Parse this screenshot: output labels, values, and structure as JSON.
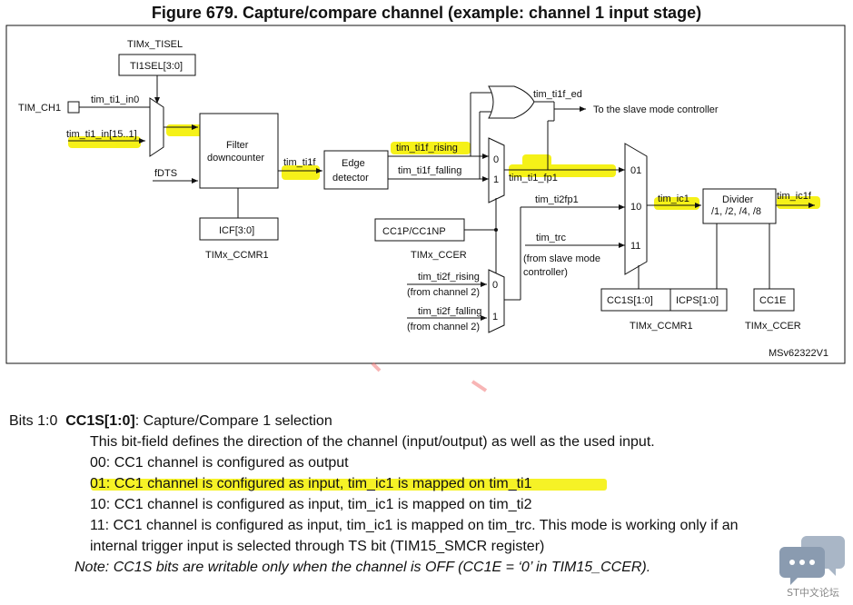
{
  "figure_title": "Figure 679. Capture/compare channel (example: channel 1 input stage)",
  "diagram": {
    "timx_tisel": "TIMx_TISEL",
    "tisel_field": "TI1SEL[3:0]",
    "tim_ch1": "TIM_CH1",
    "tim_ti1_in0": "tim_ti1_in0",
    "tim_ti1_in_15_1": "tim_ti1_in[15..1]",
    "fdts": "fDTS",
    "filter_line1": "Filter",
    "filter_line2": "downcounter",
    "icf_field": "ICF[3:0]",
    "timx_ccmr1_a": "TIMx_CCMR1",
    "tim_ti1f": "tim_ti1f",
    "edge_line1": "Edge",
    "edge_line2": "detector",
    "tim_ti1f_rising": "tim_ti1f_rising",
    "tim_ti1f_falling": "tim_ti1f_falling",
    "mux_in_0": "0",
    "mux_in_1": "1",
    "tim_ti1f_ed": "tim_ti1f_ed",
    "to_slave": "To the slave mode controller",
    "tim_ti1_fp1": "tim_ti1_fp1",
    "cc1p_field": "CC1P/CC1NP",
    "timx_ccer_a": "TIMx_CCER",
    "tim_ti2fp1": "tim_ti2fp1",
    "tim_trc": "tim_trc",
    "from_slave_1": "(from slave mode",
    "from_slave_2": "controller)",
    "tim_ti2f_rising": "tim_ti2f_rising",
    "from_ch2_a": "(from channel 2)",
    "tim_ti2f_falling": "tim_ti2f_falling",
    "from_ch2_b": "(from channel 2)",
    "mux2_in_0": "0",
    "mux2_in_1": "1",
    "sel_01": "01",
    "sel_10": "10",
    "sel_11": "11",
    "cc1s_field": "CC1S[1:0]",
    "icps_field": "ICPS[1:0]",
    "timx_ccmr1_b": "TIMx_CCMR1",
    "tim_ic1": "tim_ic1",
    "divider_line1": "Divider",
    "divider_line2": "/1, /2, /4, /8",
    "tim_ic1f": "tim_ic1f",
    "cc1e_field": "CC1E",
    "timx_ccer_b": "TIMx_CCER",
    "doc_id": "MSv62322V1"
  },
  "bits": {
    "prefix": "Bits 1:0",
    "name": "CC1S[1:0]",
    "desc": ": Capture/Compare 1 selection",
    "line1": "This bit-field defines the direction of the channel (input/output) as well as the used input.",
    "opt00": "00: CC1 channel is configured as output",
    "opt01": "01: CC1 channel is configured as input, tim_ic1 is mapped on tim_ti1",
    "opt10": "10: CC1 channel is configured as input, tim_ic1 is mapped on tim_ti2",
    "opt11a": "11: CC1 channel is configured as input, tim_ic1 is mapped on tim_trc. This mode is working only if an",
    "opt11b": "internal trigger input is selected through TS bit (TIM15_SMCR register)",
    "note": "Note:   CC1S bits are writable only when the channel is OFF (CC1E = ‘0’ in TIM15_CCER)."
  },
  "watermark_text": "ST中文论坛",
  "colors": {
    "highlight": "#f5f000",
    "watermark": "#8a9bb0"
  }
}
